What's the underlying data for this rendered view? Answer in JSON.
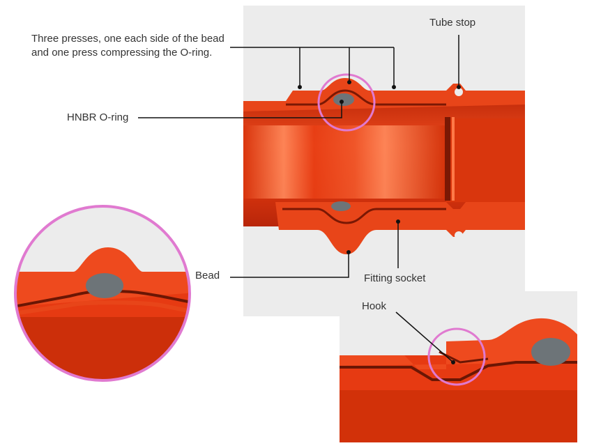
{
  "labels": {
    "presses": "Three presses, one each side of the bead and one press compressing the O-ring.",
    "hnbr_oring": "HNBR O-ring",
    "tube_stop": "Tube stop",
    "bead": "Bead",
    "fitting_socket": "Fitting socket",
    "hook": "Hook"
  },
  "colors": {
    "copper_red": "#e63a12",
    "copper_dark": "#b82608",
    "copper_light": "#ff6a3a",
    "oring_gray": "#6d7478",
    "highlight_circle": "#e07ad0",
    "leader_line": "#111111",
    "panel_bg": "#ececec"
  }
}
